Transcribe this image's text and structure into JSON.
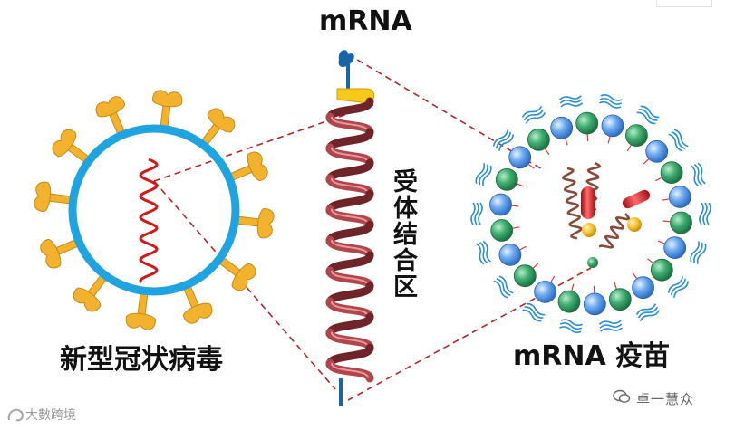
{
  "labels": {
    "title": "mRNA",
    "virus": "新型冠状病毒",
    "vaccine": "mRNA 疫苗",
    "receptor_binding_domain": "受体结合区"
  },
  "watermarks": {
    "left": "大數跨境",
    "right": "卓一慧众"
  },
  "colors": {
    "spike": "#f2b22e",
    "spike_dark": "#c88a16",
    "membrane_blue": "#1fa3e1",
    "rna_red": "#d21919",
    "helix_red": "#b0464b",
    "helix_dark": "#6e2428",
    "cap_blue": "#1864a8",
    "cap_yellow": "#f7c91a",
    "dash_red": "#b32626",
    "lipid_green": "#3aa86a",
    "lipid_blue": "#5ba4e6",
    "wavy_blue": "#2a8ed6",
    "brown_rna": "#8a4a3a"
  },
  "icons": {
    "virus": "coronavirus-icon",
    "vaccine": "lipid-nanoparticle-icon",
    "mrna": "mrna-strand-icon"
  }
}
